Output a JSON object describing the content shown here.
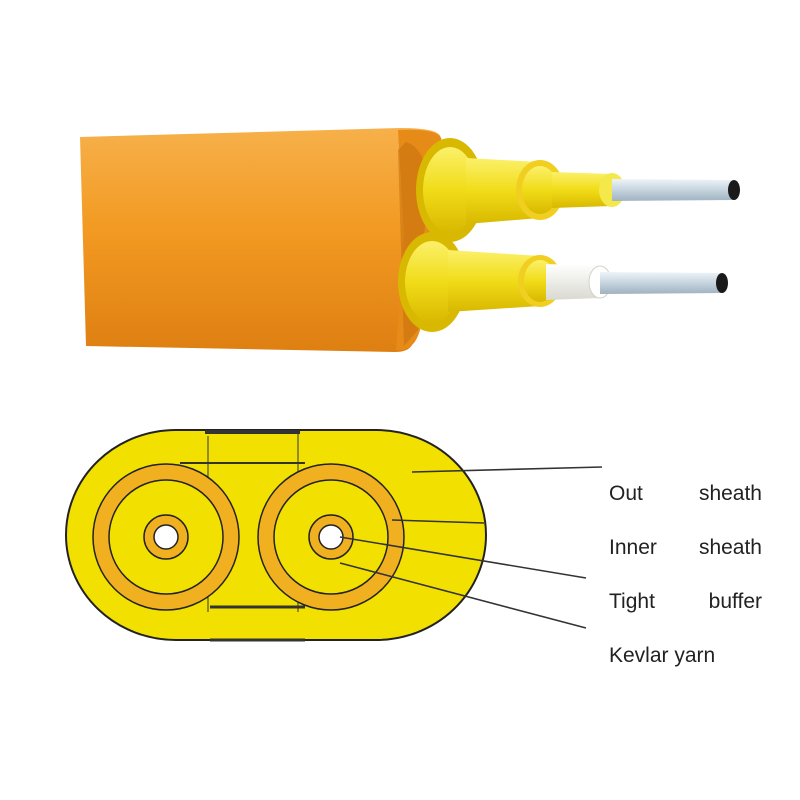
{
  "diagram": {
    "labels": [
      {
        "first": "Out",
        "second": "sheath"
      },
      {
        "first": "Inner",
        "second": "sheath"
      },
      {
        "first": "Tight",
        "second": "buffer"
      },
      {
        "first": "Kevlar yarn",
        "second": ""
      }
    ]
  },
  "colors": {
    "outer_jacket": "#f29a22",
    "jacket_shadow": "#d97d10",
    "yellow": "#f2e100",
    "kevlar": "#f0b020",
    "white_buffer": "#f4f4ee",
    "glass": "#c8d6df",
    "line": "#333333"
  }
}
